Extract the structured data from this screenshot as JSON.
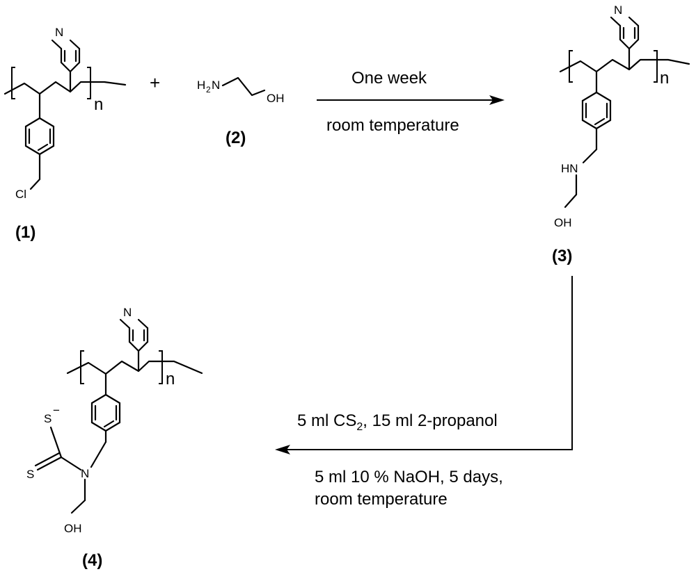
{
  "atoms": {
    "N": "N",
    "Cl": "Cl",
    "H2N_H": "H",
    "H2N_sub": "2",
    "H2N_N": "N",
    "OH": "OH",
    "HN": "HN",
    "S_minus": "S",
    "minus": "−",
    "S": "S",
    "N_dtc": "N",
    "n": "n"
  },
  "plus": "+",
  "compounds": {
    "c1": "(1)",
    "c2": "(2)",
    "c3": "(3)",
    "c4": "(4)"
  },
  "step1": {
    "top": "One week",
    "bottom": "room temperature"
  },
  "step2": {
    "line1_prefix": "5 ml CS",
    "line1_sub": "2",
    "line1_suffix": ", 15 ml 2-propanol",
    "line2": "5 ml 10 % NaOH, 5 days,",
    "line3": "room temperature"
  }
}
